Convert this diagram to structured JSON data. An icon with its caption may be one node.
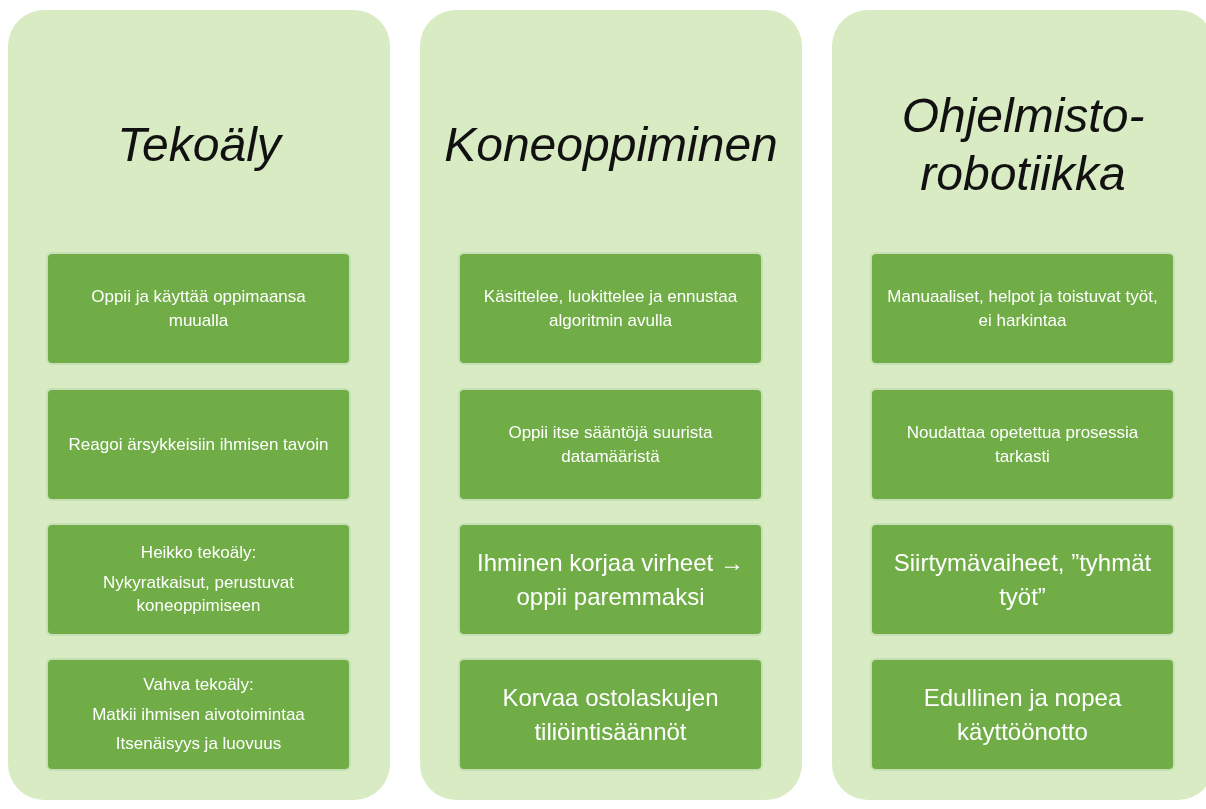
{
  "diagram": {
    "nodes": [
      {
        "text": [
          "Tekoäly"
        ]
      },
      {
        "text": [
          "Oppii ja käyttää oppimaansa muualla"
        ],
        "in": 0
      },
      {
        "text": [
          "Reagoi ärsykkeisiin ihmisen tavoin"
        ],
        "in": 0
      },
      {
        "text": [
          "Heikko tekoäly:",
          "Nykyratkaisut, perustuvat koneoppimiseen"
        ],
        "in": 0
      },
      {
        "text": [
          "Vahva tekoäly:",
          "Matkii ihmisen aivotoimintaa",
          "Itsenäisyys ja luovuus"
        ],
        "in": 0
      },
      {
        "text": [
          "Koneoppiminen"
        ]
      },
      {
        "text": [
          "Käsittelee, luokittelee ja ennustaa algoritmin avulla"
        ],
        "in": 5
      },
      {
        "text": [
          "Oppii itse sääntöjä suurista datamääristä"
        ],
        "in": 5
      },
      {
        "text": [
          "Ihminen korjaa virheet → oppii paremmaksi"
        ],
        "in": 5
      },
      {
        "text": [
          "Korvaa ostolaskujen tiliöintisäännöt"
        ],
        "in": 5
      },
      {
        "text": [
          "Ohjelmisto-robotiikka"
        ]
      },
      {
        "text": [
          "Manuaaliset, helpot ja toistuvat työt, ei harkintaa"
        ],
        "in": 10
      },
      {
        "text": [
          "Noudattaa opetettua prosessia tarkasti"
        ],
        "in": 10
      },
      {
        "text": [
          "Siirtymävaiheet, ”tyhmät työt”"
        ],
        "in": 10
      },
      {
        "text": [
          "Edullinen ja nopea käyttöönotto"
        ],
        "in": 10
      }
    ]
  }
}
